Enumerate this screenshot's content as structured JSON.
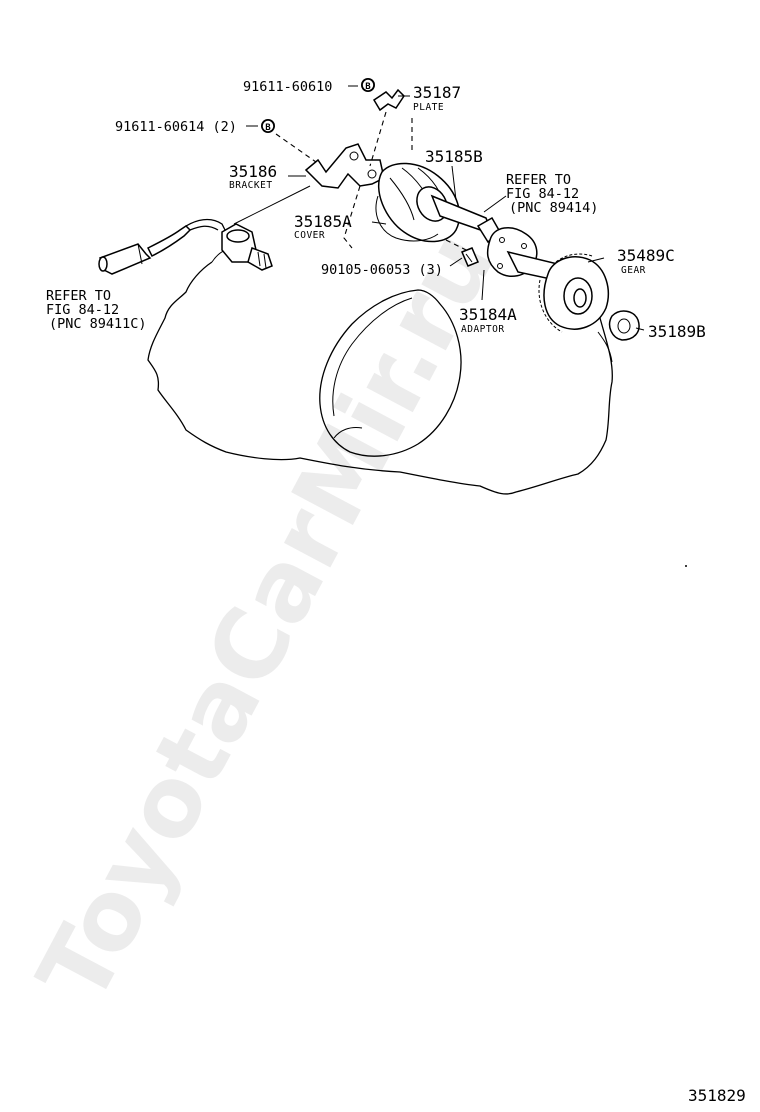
{
  "watermark": "ToyotaCarMir.ru",
  "figure_number": "351829",
  "labels": {
    "p91611_60610": "91611-60610",
    "p35187": "35187",
    "plate": "PLATE",
    "p91611_60614": "91611-60614 (2)",
    "p35186": "35186",
    "bracket": "BRACKET",
    "p35185b": "35185B",
    "refer_right_1": "REFER TO",
    "refer_right_2": "FIG 84-12",
    "refer_right_3": "(PNC 89414)",
    "p35185a": "35185A",
    "cover": "COVER",
    "p35489c": "35489C",
    "gear": "GEAR",
    "p90105": "90105-06053 (3)",
    "refer_left_1": "REFER TO",
    "refer_left_2": "FIG 84-12",
    "refer_left_3": "(PNC 89411C)",
    "p35184a": "35184A",
    "adaptor": "ADAPTOR",
    "p35189b": "35189B",
    "badge": "B"
  }
}
